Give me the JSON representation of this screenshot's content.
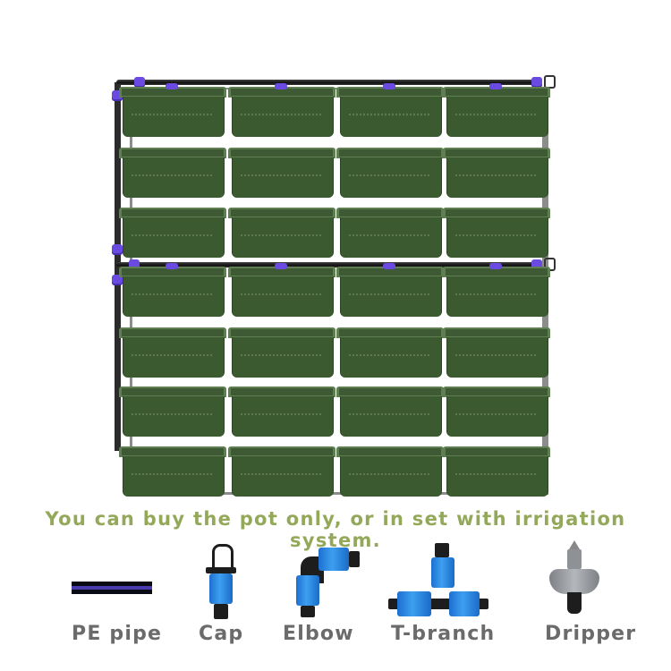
{
  "image": {
    "subject": "vertical-garden-wall-planter",
    "pot_color": "#3b5a30",
    "rows": 7,
    "columns": 4,
    "irrigation_color": "#6a4ae0"
  },
  "tagline": "You can buy the pot only, or in set with irrigation system.",
  "parts": [
    {
      "label": "PE pipe",
      "icon": "pe-pipe-icon"
    },
    {
      "label": "Cap",
      "icon": "cap-icon"
    },
    {
      "label": "Elbow",
      "icon": "elbow-icon"
    },
    {
      "label": "T-branch",
      "icon": "t-branch-icon"
    },
    {
      "label": "Dripper",
      "icon": "dripper-icon"
    }
  ],
  "colors": {
    "tagline": "#94a85a",
    "label": "#6b6b6b",
    "fitting_blue": "#2f8be6"
  }
}
